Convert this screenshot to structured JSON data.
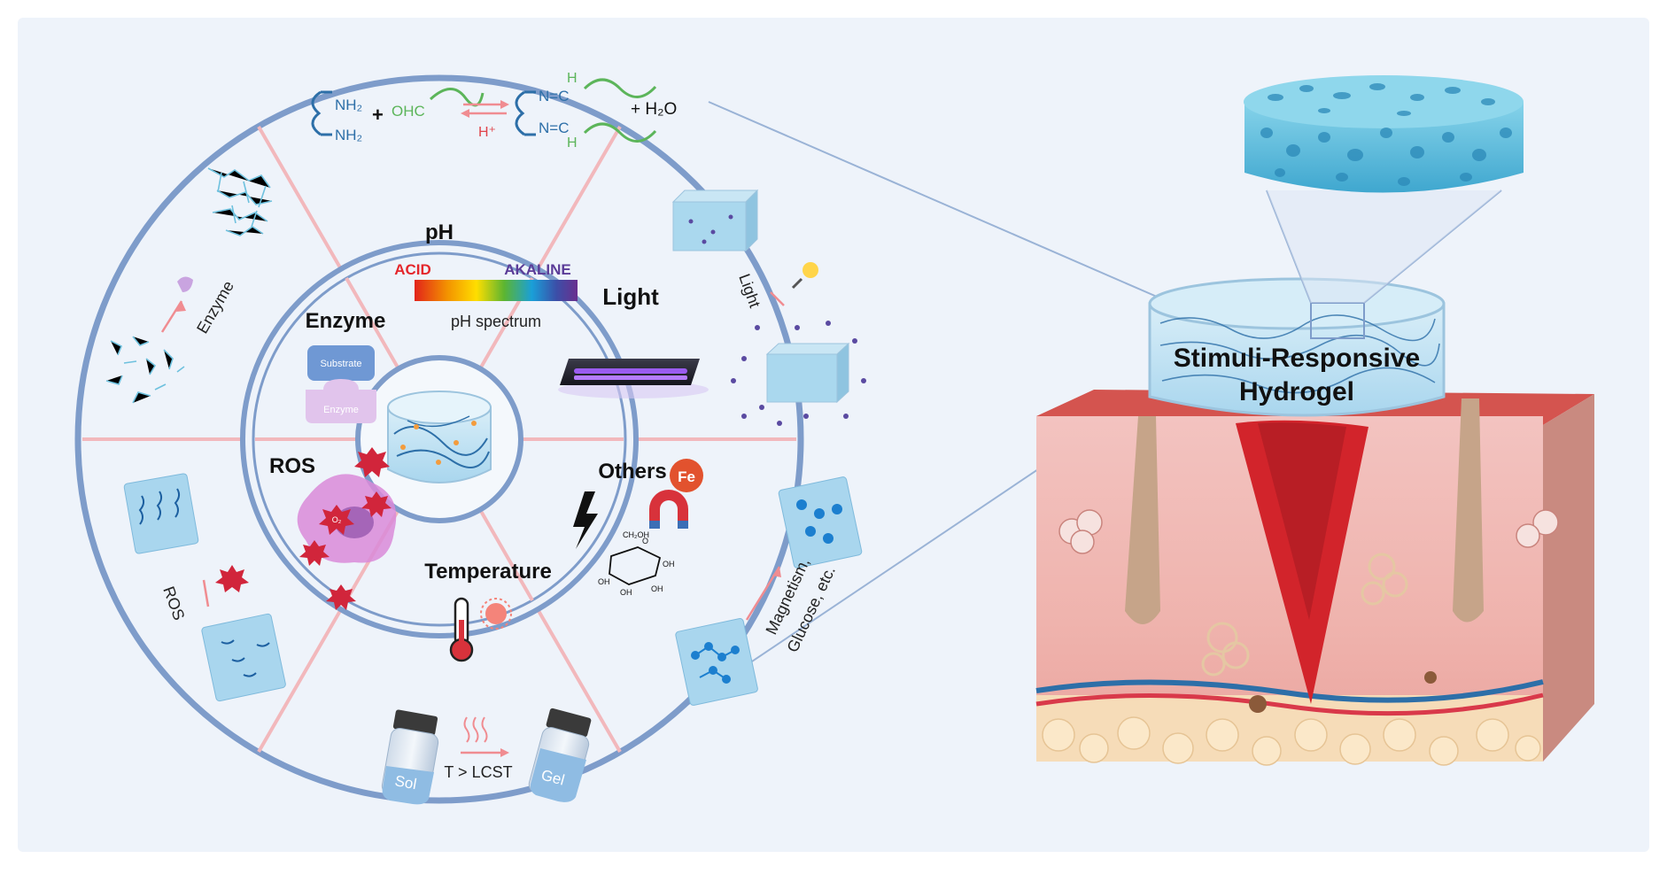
{
  "center_labels": {
    "ph": "pH",
    "acid": "ACID",
    "akaline": "AKALINE",
    "ph_spectrum": "pH spectrum",
    "light": "Light",
    "enzyme": "Enzyme",
    "substrate": "Substrate",
    "enzyme_small": "Enzyme",
    "ros": "ROS",
    "o2": "O₂",
    "others": "Others",
    "fe": "Fe",
    "temperature": "Temperature"
  },
  "outer_labels": {
    "nh2_top": "NH₂",
    "nh2_bottom": "NH₂",
    "plus": "+",
    "ohc": "OHC",
    "h_plus": "H⁺",
    "n_top": "N=C",
    "n_bottom": "N=C",
    "h_top": "H",
    "h_bottom": "H",
    "h2o": "+ H₂O",
    "enzyme_arrow": "Enzyme",
    "light_arrow": "Light",
    "ros_arrow": "ROS",
    "magnetism_line1": "Magnetism,",
    "magnetism_line2": "Glucose, etc.",
    "lcst": "T > LCST",
    "sol": "Sol",
    "gel": "Gel"
  },
  "glucose_labels": {
    "ch2oh": "CH₂OH",
    "oh1": "OH",
    "oh2": "OH",
    "oh3": "OH",
    "oh4": "OH",
    "o": "O"
  },
  "hydrogel": {
    "line1": "Stimuli-Responsive",
    "line2": "Hydrogel"
  },
  "colors": {
    "ring": "#7e9cca",
    "panel": "#eef3fa",
    "divider": "#f2b8bc",
    "acid": "#e4262b",
    "akaline": "#5b3c98",
    "gel_blue": "#7ec9e4",
    "skin_red": "#d2242b",
    "fe": "#e2522e"
  }
}
